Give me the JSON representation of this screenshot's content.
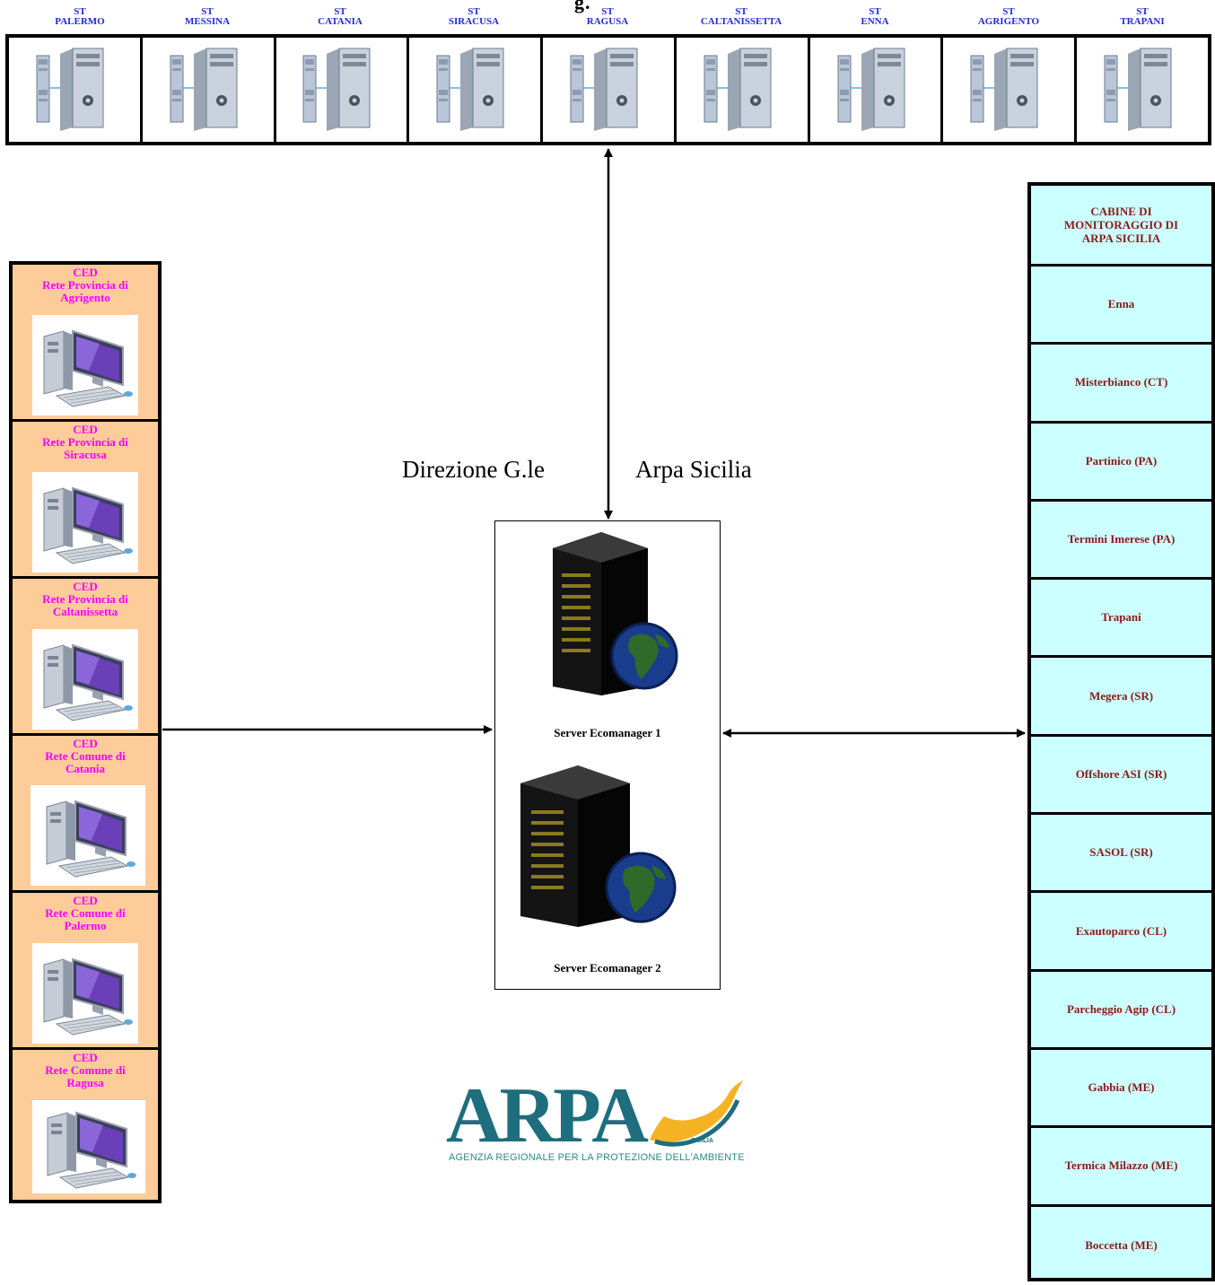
{
  "header": {
    "title_fragment": "g."
  },
  "st_units": [
    {
      "line1": "ST",
      "line2": "PALERMO"
    },
    {
      "line1": "ST",
      "line2": "MESSINA"
    },
    {
      "line1": "ST",
      "line2": "CATANIA"
    },
    {
      "line1": "ST",
      "line2": "SIRACUSA"
    },
    {
      "line1": "ST",
      "line2": "RAGUSA"
    },
    {
      "line1": "ST",
      "line2": "CALTANISSETTA"
    },
    {
      "line1": "ST",
      "line2": "ENNA"
    },
    {
      "line1": "ST",
      "line2": "AGRIGENTO"
    },
    {
      "line1": "ST",
      "line2": "TRAPANI"
    }
  ],
  "ced": [
    {
      "l1": "CED",
      "l2": "Rete Provincia di",
      "l3": "Agrigento"
    },
    {
      "l1": "CED",
      "l2": "Rete Provincia di",
      "l3": "Siracusa"
    },
    {
      "l1": "CED",
      "l2": "Rete Provincia di",
      "l3": "Caltanissetta"
    },
    {
      "l1": "CED",
      "l2": "Rete Comune di",
      "l3": "Catania"
    },
    {
      "l1": "CED",
      "l2": "Rete Comune di",
      "l3": "Palermo"
    },
    {
      "l1": "CED",
      "l2": "Rete Comune di",
      "l3": "Ragusa"
    }
  ],
  "center": {
    "direzione_left": "Direzione  G.le",
    "direzione_right": "Arpa Sicilia",
    "server1": "Server Ecomanager 1",
    "server2": "Server Ecomanager 2"
  },
  "cabine": {
    "header_l1": "CABINE DI",
    "header_l2": "MONITORAGGIO DI",
    "header_l3": "ARPA SICILIA",
    "items": [
      "Enna",
      "Misterbianco (CT)",
      "Partinico (PA)",
      "Termini Imerese (PA)",
      "Trapani",
      "Megera (SR)",
      "Offshore ASI (SR)",
      "SASOL (SR)",
      "Exautoparco (CL)",
      "Parcheggio Agip (CL)",
      "Gabbia (ME)",
      "Termica Milazzo (ME)",
      "Boccetta (ME)"
    ]
  },
  "logo": {
    "word": "ARPA",
    "region": "SICILIA",
    "tagline": "AGENZIA REGIONALE PER LA PROTEZIONE DELL'AMBIENTE"
  },
  "colors": {
    "st_label": "#1f2bd6",
    "ced_bg": "#fdcc99",
    "ced_text": "#ff00ff",
    "cabine_bg": "#ccffff",
    "cabine_text": "#8b1a1a",
    "logo_teal": "#1e6e7e",
    "logo_yellow": "#f5b324"
  }
}
